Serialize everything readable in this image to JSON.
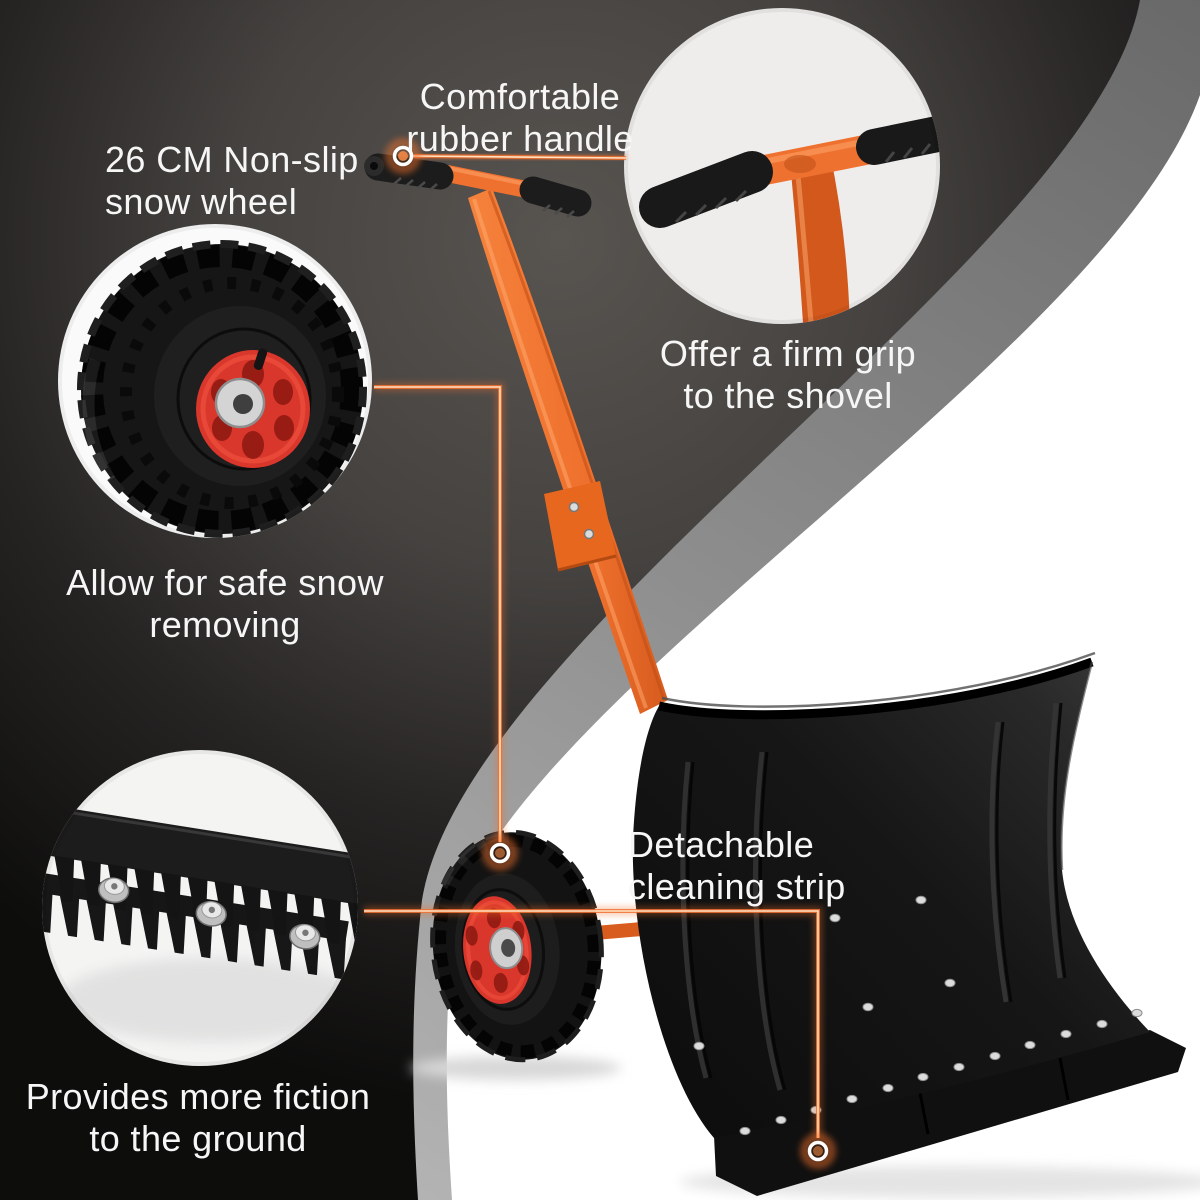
{
  "title": "Wheeled snow shovel feature infographic",
  "theme": {
    "accent_orange": "#F0712F",
    "glow_core": "#FFE2C4",
    "hub_red": "#D9362C",
    "blade_black": "#161616",
    "bg_dark_warm": "#57534E",
    "bg_dark_edge": "#0E0E0D",
    "bg_gray_band": "#909090",
    "bg_white": "#FFFFFF",
    "callout_circle_bg": "#EFEDEB",
    "text_color": "#F6F6F6"
  },
  "callouts": {
    "handle": {
      "label": "Comfortable\nrubber handle",
      "sub": "Offer a firm grip\nto the shovel"
    },
    "wheel": {
      "label": "26 CM Non-slip\nsnow wheel",
      "sub": "Allow for safe snow\nremoving"
    },
    "strip": {
      "label": "Detachable\ncleaning strip",
      "sub": "Provides more fiction\nto the ground"
    }
  }
}
